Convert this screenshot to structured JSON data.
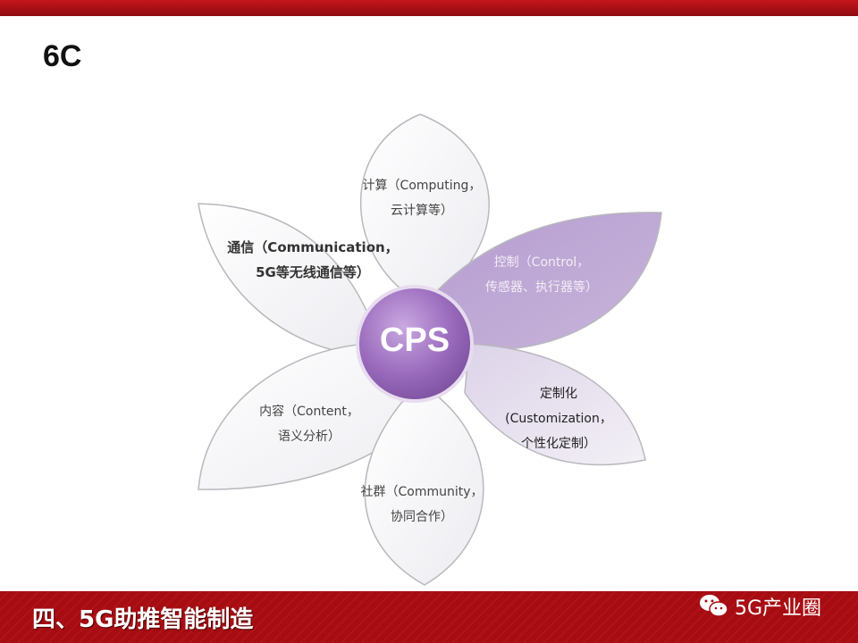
{
  "slide": {
    "title": "6C"
  },
  "diagram": {
    "center": "CPS",
    "petals": [
      {
        "line1": "计算（Computing，",
        "line2": "云计算等）"
      },
      {
        "line1": "通信（Communication，",
        "line2": "5G等无线通信等）"
      },
      {
        "line1": "控制（Control，",
        "line2": "传感器、执行器等）"
      },
      {
        "line1": "定制化",
        "line2": "(Customization，",
        "line3": "个性化定制）"
      },
      {
        "line1": "内容（Content，",
        "line2": "语义分析）"
      },
      {
        "line1": "社群（Community，",
        "line2": "协同合作）"
      }
    ],
    "colors": {
      "accent": "#a98cc6",
      "petal": "#f6f5f8",
      "brand_red": "#a50d12"
    }
  },
  "footer": {
    "section_title": "四、5G助推智能制造",
    "brand": "5G产业圈",
    "brand_icon": "wechat-icon"
  }
}
